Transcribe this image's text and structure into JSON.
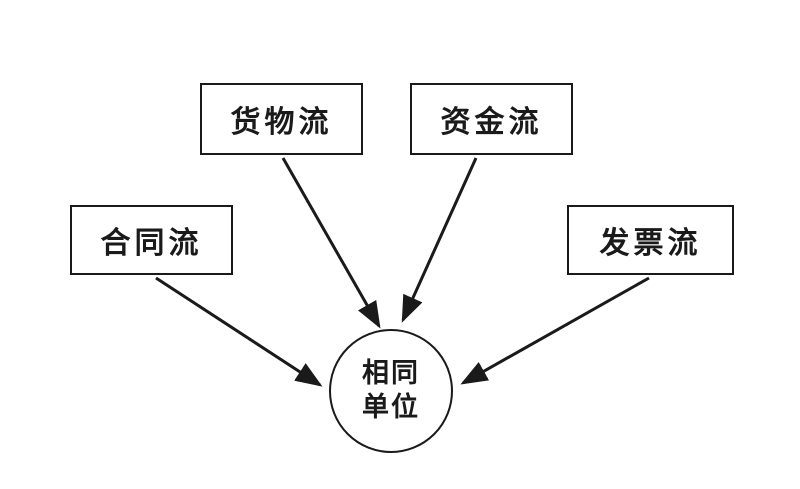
{
  "diagram": {
    "background_color": "#ffffff",
    "line_color": "#1a1a1a",
    "nodes": {
      "contract": {
        "label": "合同流"
      },
      "goods": {
        "label": "货物流"
      },
      "funds": {
        "label": "资金流"
      },
      "invoice": {
        "label": "发票流"
      },
      "center": {
        "line1": "相同",
        "line2": "单位"
      }
    },
    "edges": [
      {
        "from": "合同流",
        "to": "相同单位"
      },
      {
        "from": "货物流",
        "to": "相同单位"
      },
      {
        "from": "资金流",
        "to": "相同单位"
      },
      {
        "from": "发票流",
        "to": "相同单位"
      }
    ]
  }
}
